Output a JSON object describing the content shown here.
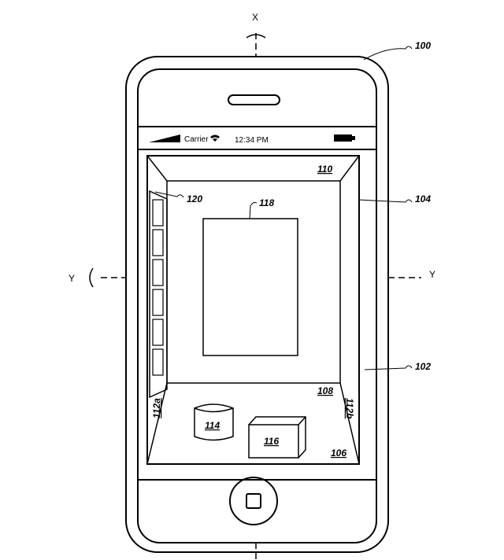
{
  "axes": {
    "x_top": "X",
    "y_left": "Y",
    "y_right": "Y"
  },
  "status_bar": {
    "carrier": "Carrier",
    "time": "12:34 PM",
    "icons": [
      "signal-icon",
      "wifi-icon",
      "battery-icon"
    ]
  },
  "labels": {
    "device": "100",
    "housing": "102",
    "display": "104",
    "floor": "106",
    "back_wall": "108",
    "ceiling": "110",
    "left_wall": "112a",
    "right_wall": "112b",
    "cylinder": "114",
    "box": "116",
    "picture": "118",
    "panel": "120"
  }
}
